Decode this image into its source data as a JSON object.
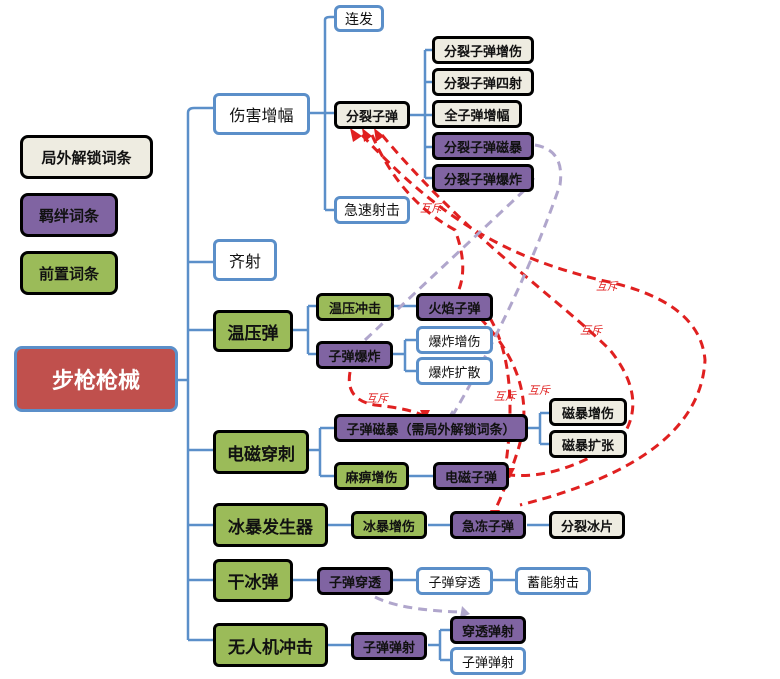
{
  "legend": [
    {
      "label": "局外解锁词条",
      "type": "beige"
    },
    {
      "label": "羁绊词条",
      "type": "purple"
    },
    {
      "label": "前置词条",
      "type": "green"
    }
  ],
  "root": "步枪枪械",
  "branches": {
    "damage": "伤害增幅",
    "burst": "连发",
    "split": "分裂子弹",
    "split_children": [
      "分裂子弹增伤",
      "分裂子弹四射",
      "全子弹增幅",
      "分裂子弹磁暴",
      "分裂子弹爆炸"
    ],
    "rapid": "急速射击",
    "volley": "齐射",
    "thermo": "温压弹",
    "thermo_impact": "温压冲击",
    "flame": "火焰子弹",
    "bullet_explode": "子弹爆炸",
    "explode_dmg": "爆炸增伤",
    "explode_spread": "爆炸扩散",
    "em": "电磁穿刺",
    "bullet_storm": "子弹磁暴（需局外解锁词条）",
    "storm_dmg": "磁暴增伤",
    "storm_expand": "磁暴扩张",
    "paralysis": "麻痹增伤",
    "em_bullet": "电磁子弹",
    "cryo": "冰暴发生器",
    "cryo_dmg": "冰暴增伤",
    "freeze": "急冻子弹",
    "ice_split": "分裂冰片",
    "dry_ice": "干冰弹",
    "pierce_p": "子弹穿透",
    "pierce_b": "子弹穿透",
    "charge": "蓄能射击",
    "drone": "无人机冲击",
    "ricochet_p": "子弹弹射",
    "pierce_rico": "穿透弹射",
    "ricochet_b": "子弹弹射"
  },
  "relation_label": "互斥",
  "colors": {
    "exclusive": "#e02020",
    "link": "#b0a6cc",
    "tree": "#5b8fc9"
  }
}
